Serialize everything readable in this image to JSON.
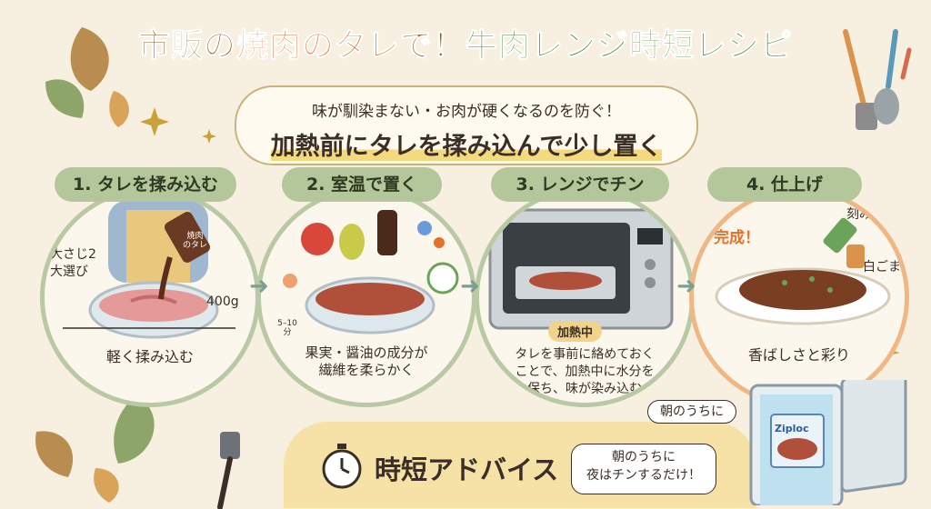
{
  "title": {
    "part1": "市販の",
    "part2": "焼肉のタレ",
    "part3": "で！",
    "part4": "牛肉レンジ時短レシピ"
  },
  "banner": {
    "sub": "味が馴染まない・お肉が硬くなるのを防ぐ！",
    "main": "加熱前にタレを揉み込んで少し置く"
  },
  "steps": [
    {
      "label": "1. タレを揉み込む",
      "note_left": "大さじ2\n大選び",
      "weight": "400g",
      "bottle": "焼肉\nのタレ",
      "caption": "軽く揉み込む"
    },
    {
      "label": "2. 室温で置く",
      "timer": "5–10\n分",
      "caption": "果実・醤油の成分が\n繊維を柔らかく"
    },
    {
      "label": "3. レンジでチン",
      "badge": "加熱中",
      "caption": "タレを事前に絡めておく\nことで、加熱中に水分を\n保ち、味が染み込む"
    },
    {
      "label": "4. 仕上げ",
      "done": "完成！",
      "topping1": "刻みネギ",
      "topping2": "白ごま",
      "caption": "香ばしさと彩り"
    }
  ],
  "advice": {
    "label": "時短アドバイス",
    "bubble_small": "朝のうちに",
    "bubble_big": "朝のうちに\n夜はチンするだけ！",
    "bag_brand": "Ziploc"
  },
  "colors": {
    "title_brown": "#8a5a2b",
    "title_orange": "#e2722a",
    "title_green": "#4e8a3a",
    "pill_green": "#b4c79a",
    "accent_orange": "#e2722a"
  }
}
